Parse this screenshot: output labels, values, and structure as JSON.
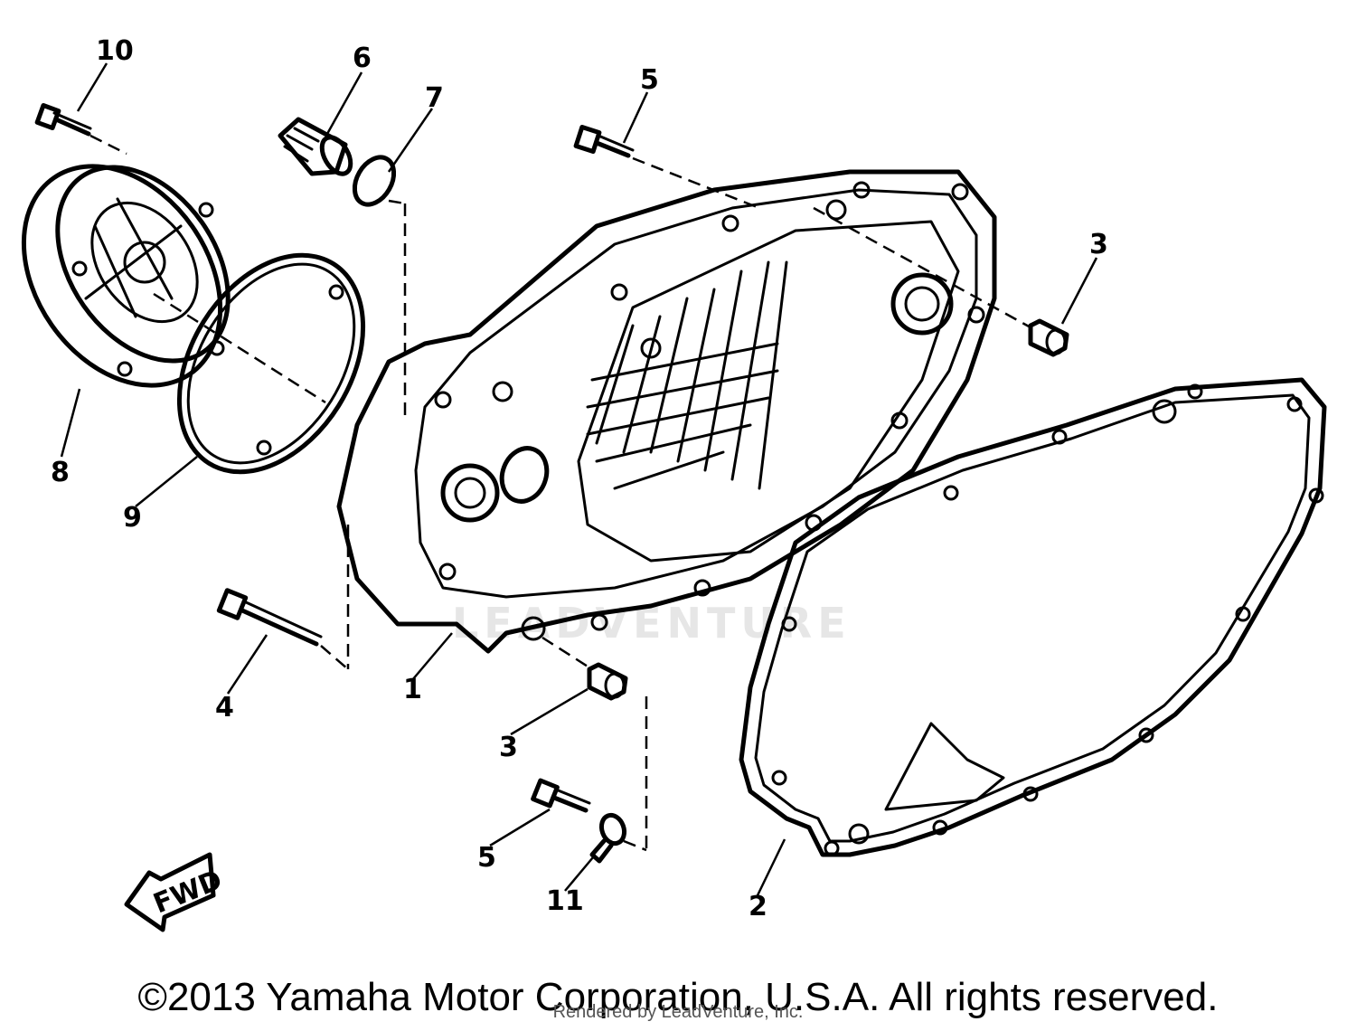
{
  "diagram": {
    "callouts": [
      "10",
      "6",
      "7",
      "5",
      "3",
      "8",
      "9",
      "4",
      "1",
      "3",
      "5",
      "11",
      "2"
    ],
    "fwd_label": "FWD",
    "watermark": "LEADVENTURE"
  },
  "footer": {
    "copyright": "©2013 Yamaha Motor Corporation, U.S.A. All rights reserved.",
    "rendered_by": "Rendered by LeadVenture, Inc."
  }
}
